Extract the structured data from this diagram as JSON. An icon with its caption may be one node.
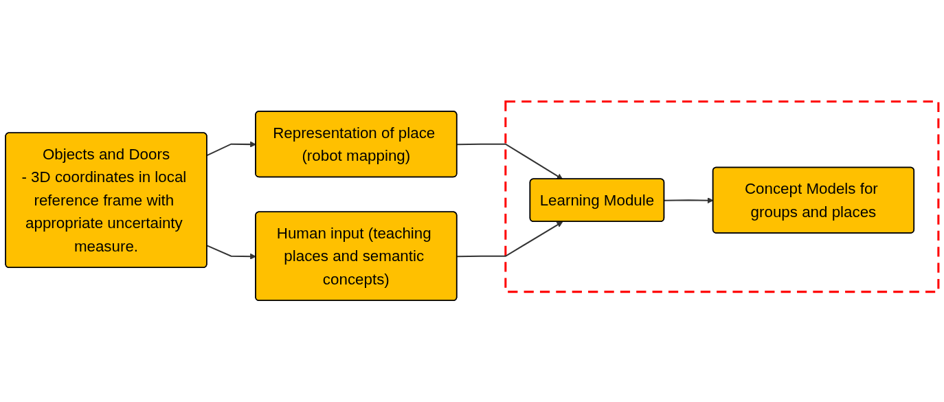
{
  "diagram": {
    "nodes": [
      {
        "text": [
          "Objects and Doors",
          "- 3D coordinates in local reference frame with appropriate uncertainty measure."
        ]
      },
      {
        "text": [
          "Representation of place (robot mapping)"
        ]
      },
      {
        "text": [
          "Human input (teaching places and semantic concepts)"
        ]
      },
      {
        "text": [],
        "shape": "box"
      },
      {
        "text": [
          "Learning Module"
        ],
        "in": 3
      },
      {
        "text": [
          "Concept Models for groups and places"
        ],
        "in": 3
      }
    ],
    "edges": [
      {
        "from": 0,
        "to": 1,
        "arrow": "to"
      },
      {
        "from": 0,
        "to": 2,
        "arrow": "to"
      },
      {
        "from": 1,
        "to": 4,
        "arrow": "to"
      },
      {
        "from": 2,
        "to": 4,
        "arrow": "to"
      },
      {
        "from": 4,
        "to": 5,
        "arrow": "to"
      }
    ]
  }
}
